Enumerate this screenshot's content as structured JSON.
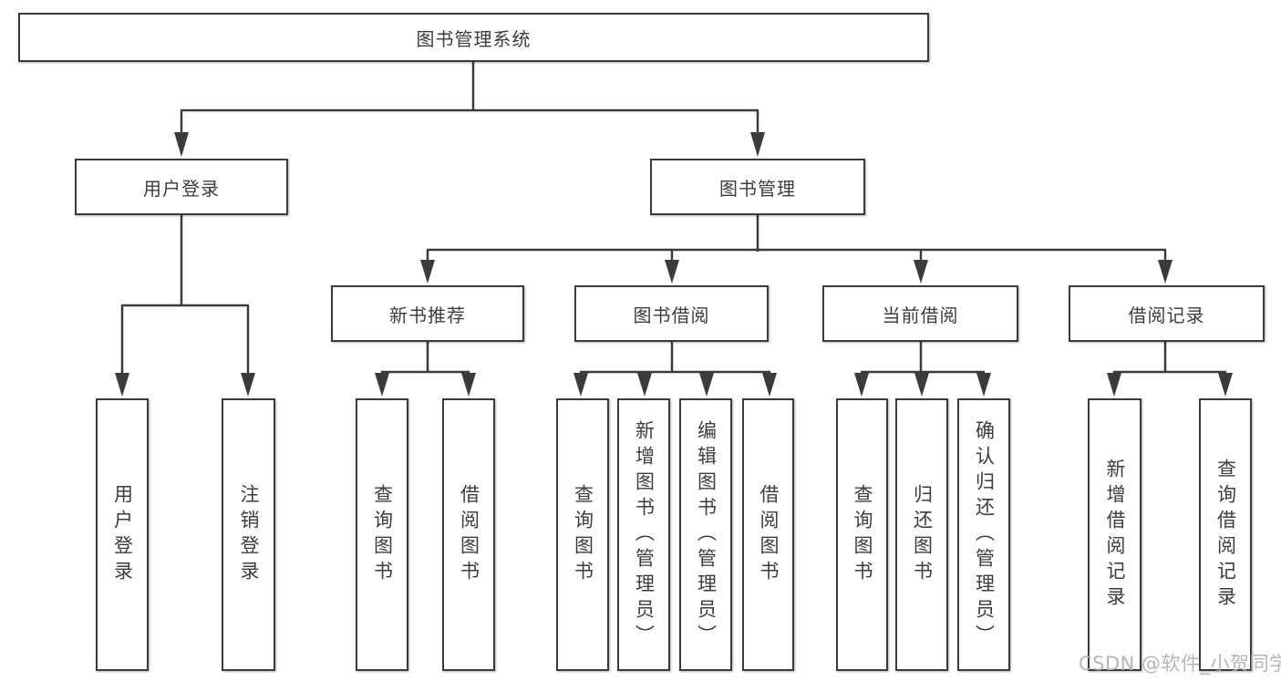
{
  "tree": {
    "label": "图书管理系统",
    "children": [
      {
        "label": "用户登录",
        "children": [
          {
            "label": "用户登录"
          },
          {
            "label": "注销登录"
          }
        ]
      },
      {
        "label": "图书管理",
        "children": [
          {
            "label": "新书推荐",
            "children": [
              {
                "label": "查询图书"
              },
              {
                "label": "借阅图书"
              }
            ]
          },
          {
            "label": "图书借阅",
            "children": [
              {
                "label": "查询图书"
              },
              {
                "label": "新增图书（管理员）"
              },
              {
                "label": "编辑图书（管理员）"
              },
              {
                "label": "借阅图书"
              }
            ]
          },
          {
            "label": "当前借阅",
            "children": [
              {
                "label": "查询图书"
              },
              {
                "label": "归还图书"
              },
              {
                "label": "确认归还（管理员）"
              }
            ]
          },
          {
            "label": "借阅记录",
            "children": [
              {
                "label": "新增借阅记录"
              },
              {
                "label": "查询借阅记录"
              }
            ]
          }
        ]
      }
    ]
  },
  "watermark": {
    "text": "CSDN @软件_小贺同学"
  },
  "colors": {
    "line": "#3b3b3b",
    "box_border": "#3b3b3b",
    "box_fill": "#ffffff",
    "text": "#3d3d3d",
    "watermark": "#b2b2b2",
    "background": "#ffffff"
  }
}
